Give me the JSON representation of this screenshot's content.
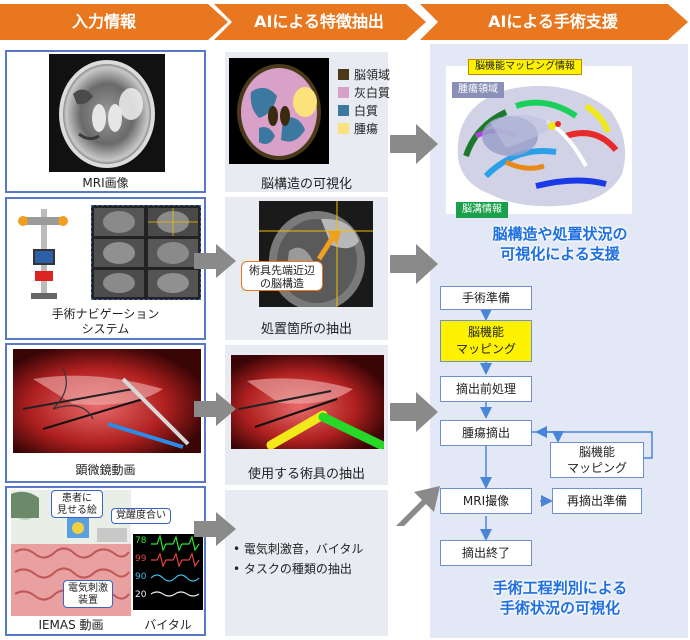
{
  "headers": {
    "input": "入力情報",
    "feature": "AIによる特徴抽出",
    "support": "AIによる手術支援"
  },
  "inputs": {
    "mri": "MRI画像",
    "nav_line1": "手術ナビゲーション",
    "nav_line2": "システム",
    "microscope": "顕微鏡動画",
    "iemas": "IEMAS 動画",
    "vital": "バイタル",
    "callout_patient_line1": "患者に",
    "callout_patient_line2": "見せる絵",
    "callout_awake": "覚醒度合い",
    "callout_stim_line1": "電気刺激",
    "callout_stim_line2": "装置",
    "vital_numbers": [
      "78",
      "99",
      "90",
      "20"
    ]
  },
  "feature": {
    "legend": [
      {
        "label": "脳領域",
        "color": "#4a3a1a"
      },
      {
        "label": "灰白質",
        "color": "#d9a0c8"
      },
      {
        "label": "白質",
        "color": "#3d78a0"
      },
      {
        "label": "腫瘍",
        "color": "#fbe27a"
      }
    ],
    "brain_caption": "脳構造の可視化",
    "tip_callout_line1": "術具先端近辺",
    "tip_callout_line2": "の脳構造",
    "location_caption": "処置箇所の抽出",
    "tool_caption": "使用する術具の抽出",
    "bullets": [
      "電気刺激音，バイタル",
      "タスクの種類の抽出"
    ]
  },
  "support": {
    "mapping_info": "脳機能マッピング情報",
    "tumor_region": "腫瘍領域",
    "sulcus_info": "脳溝情報",
    "caption1_line1": "脳構造や処置状況の",
    "caption1_line2": "可視化による支援",
    "caption2_line1": "手術工程判別による",
    "caption2_line2": "手術状況の可視化",
    "flow": {
      "prep": "手術準備",
      "mapping_line1": "脳機能",
      "mapping_line2": "マッピング",
      "pre_resection": "摘出前処理",
      "resection": "腫瘍摘出",
      "mapping2_line1": "脳機能",
      "mapping2_line2": "マッピング",
      "mri": "MRI撮像",
      "re_prep": "再摘出準備",
      "end": "摘出終了"
    }
  },
  "colors": {
    "banner": "#e8771f",
    "input_border": "#5a78c8",
    "caption_blue": "#1e6fe0",
    "flow_arrow": "#4a86d8",
    "highlight_yellow": "#fff200"
  }
}
